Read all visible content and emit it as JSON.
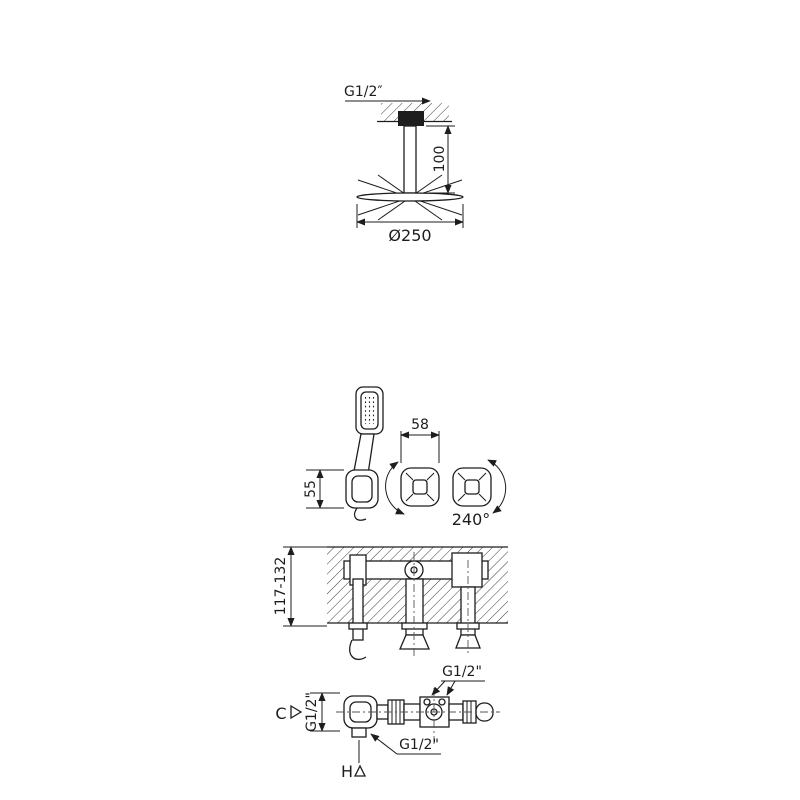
{
  "canvas": {
    "bg": "#ffffff",
    "ink": "#1d1d1d"
  },
  "ceiling_view": {
    "thread_label": "G1/2″",
    "drop_height": "100",
    "head_diameter": "Ø250"
  },
  "handset_view": {
    "bracket_height": "55",
    "handle_width": "58",
    "handle_rotation": "240°"
  },
  "wall_section": {
    "mount_depth": "117-132"
  },
  "plan_view": {
    "top_thread": "G1/2\"",
    "side_thread": "G1/2\"",
    "bottom_thread": "G1/2\"",
    "cold_marker": "C",
    "hot_marker": "H"
  }
}
